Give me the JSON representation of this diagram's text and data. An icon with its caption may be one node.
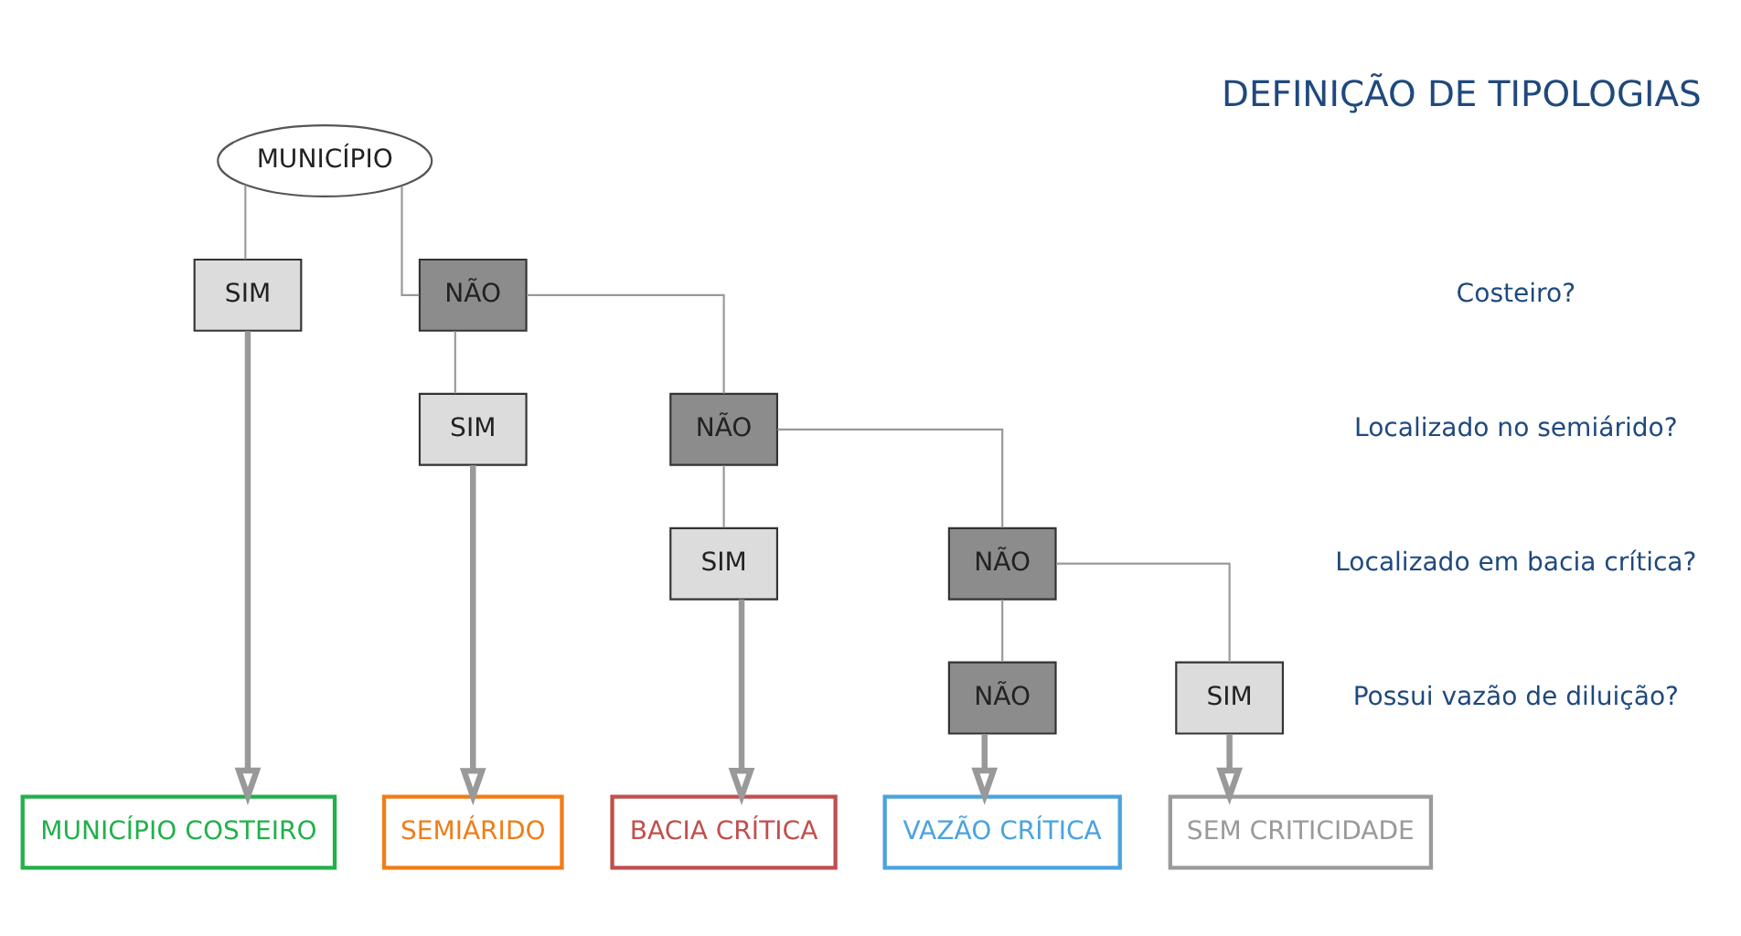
{
  "diagram": {
    "title": "DEFINIÇÃO DE TIPOLOGIAS",
    "nodes": [
      {
        "text": [
          "MUNICÍPIO"
        ]
      },
      {
        "text": [
          "SIM"
        ]
      },
      {
        "text": [
          "NÃO"
        ]
      },
      {
        "text": [
          "SIM"
        ]
      },
      {
        "text": [
          "NÃO"
        ]
      },
      {
        "text": [
          "SIM"
        ]
      },
      {
        "text": [
          "NÃO"
        ]
      },
      {
        "text": [
          "NÃO"
        ]
      },
      {
        "text": [
          "SIM"
        ]
      },
      {
        "text": [
          "MUNICÍPIO COSTEIRO"
        ]
      },
      {
        "text": [
          "SEMIÁRIDO"
        ]
      },
      {
        "text": [
          "BACIA CRÍTICA"
        ]
      },
      {
        "text": [
          "VAZÃO CRÍTICA"
        ]
      },
      {
        "text": [
          "SEM CRITICIDADE"
        ]
      }
    ],
    "edges": [
      {
        "from": 0,
        "to": 1,
        "arrow": "none"
      },
      {
        "from": 0,
        "to": 2,
        "arrow": "none"
      },
      {
        "from": 2,
        "to": 3,
        "arrow": "none"
      },
      {
        "from": 2,
        "to": 4,
        "arrow": "none"
      },
      {
        "from": 4,
        "to": 5,
        "arrow": "none"
      },
      {
        "from": 4,
        "to": 6,
        "arrow": "none"
      },
      {
        "from": 6,
        "to": 7,
        "arrow": "none"
      },
      {
        "from": 6,
        "to": 8,
        "arrow": "none"
      },
      {
        "from": 1,
        "to": 9,
        "arrow": "to",
        "style": "thick"
      },
      {
        "from": 3,
        "to": 10,
        "arrow": "to",
        "style": "thick"
      },
      {
        "from": 5,
        "to": 11,
        "arrow": "to",
        "style": "thick"
      },
      {
        "from": 7,
        "to": 12,
        "arrow": "to",
        "style": "thick"
      },
      {
        "from": 8,
        "to": 13,
        "arrow": "to",
        "style": "thick"
      }
    ],
    "labels": [
      "Costeiro?",
      "Localizado no semiárido?",
      "Localizado em bacia crítica?",
      "Possui vazão de diluição?"
    ]
  }
}
